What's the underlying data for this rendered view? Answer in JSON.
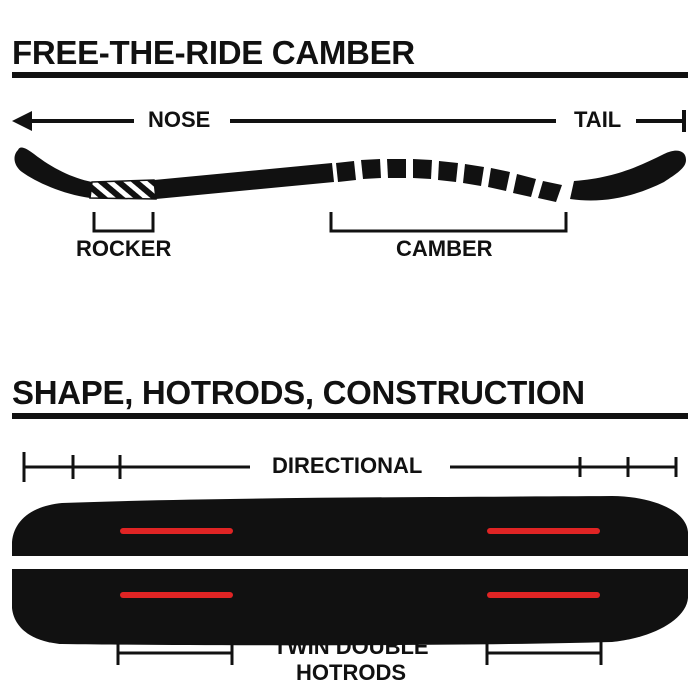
{
  "section1": {
    "title": "FREE-THE-RIDE CAMBER",
    "nose_label": "NOSE",
    "tail_label": "TAIL",
    "rocker_label": "ROCKER",
    "camber_label": "CAMBER"
  },
  "section2": {
    "title": "SHAPE, HOTRODS, CONSTRUCTION",
    "directional_label": "DIRECTIONAL",
    "hotrods_label_line1": "TWIN DOUBLE",
    "hotrods_label_line2": "HOTRODS"
  },
  "colors": {
    "ink": "#111111",
    "hotrod": "#e02424",
    "background": "#ffffff"
  }
}
